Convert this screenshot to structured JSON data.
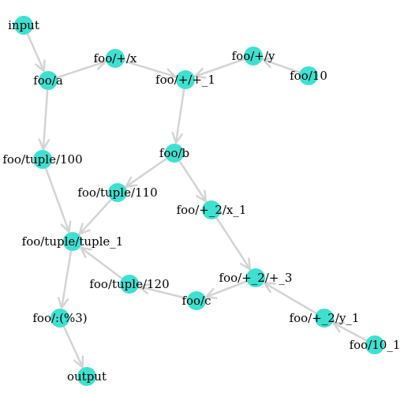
{
  "graph": {
    "node_color": "#40e0d0",
    "edge_color": "#d3d3d3",
    "nodes": [
      {
        "id": "input",
        "label": "input"
      },
      {
        "id": "foo/a",
        "label": "foo/a"
      },
      {
        "id": "foo/+/x",
        "label": "foo/+/x"
      },
      {
        "id": "foo/+/y",
        "label": "foo/+/y"
      },
      {
        "id": "foo/10",
        "label": "foo/10"
      },
      {
        "id": "foo/+/+_1",
        "label": "foo/+/+_1"
      },
      {
        "id": "foo/tuple/100",
        "label": "foo/tuple/100"
      },
      {
        "id": "foo/b",
        "label": "foo/b"
      },
      {
        "id": "foo/tuple/110",
        "label": "foo/tuple/110"
      },
      {
        "id": "foo/+_2/x_1",
        "label": "foo/+_2/x_1"
      },
      {
        "id": "foo/tuple/tuple_1",
        "label": "foo/tuple/tuple_1"
      },
      {
        "id": "foo/+_2/+_3",
        "label": "foo/+_2/+_3"
      },
      {
        "id": "foo/tuple/120",
        "label": "foo/tuple/120"
      },
      {
        "id": "foo/c",
        "label": "foo/c"
      },
      {
        "id": "foo/:(%3)",
        "label": "foo/:(%3)"
      },
      {
        "id": "foo/+_2/y_1",
        "label": "foo/+_2/y_1"
      },
      {
        "id": "foo/10_1",
        "label": "foo/10_1"
      },
      {
        "id": "output",
        "label": "output"
      }
    ],
    "edges": [
      {
        "from": "input",
        "to": "foo/a"
      },
      {
        "from": "foo/a",
        "to": "foo/+/x"
      },
      {
        "from": "foo/+/x",
        "to": "foo/+/+_1"
      },
      {
        "from": "foo/+/y",
        "to": "foo/+/+_1"
      },
      {
        "from": "foo/10",
        "to": "foo/+/y"
      },
      {
        "from": "foo/a",
        "to": "foo/tuple/100"
      },
      {
        "from": "foo/+/+_1",
        "to": "foo/b"
      },
      {
        "from": "foo/b",
        "to": "foo/tuple/110"
      },
      {
        "from": "foo/b",
        "to": "foo/+_2/x_1"
      },
      {
        "from": "foo/tuple/100",
        "to": "foo/tuple/tuple_1"
      },
      {
        "from": "foo/tuple/110",
        "to": "foo/tuple/tuple_1"
      },
      {
        "from": "foo/+_2/x_1",
        "to": "foo/+_2/+_3"
      },
      {
        "from": "foo/tuple/120",
        "to": "foo/tuple/tuple_1"
      },
      {
        "from": "foo/c",
        "to": "foo/tuple/120"
      },
      {
        "from": "foo/+_2/+_3",
        "to": "foo/c"
      },
      {
        "from": "foo/+_2/y_1",
        "to": "foo/+_2/+_3"
      },
      {
        "from": "foo/10_1",
        "to": "foo/+_2/y_1"
      },
      {
        "from": "foo/tuple/tuple_1",
        "to": "foo/:(%3)"
      },
      {
        "from": "foo/:(%3)",
        "to": "output"
      }
    ]
  }
}
